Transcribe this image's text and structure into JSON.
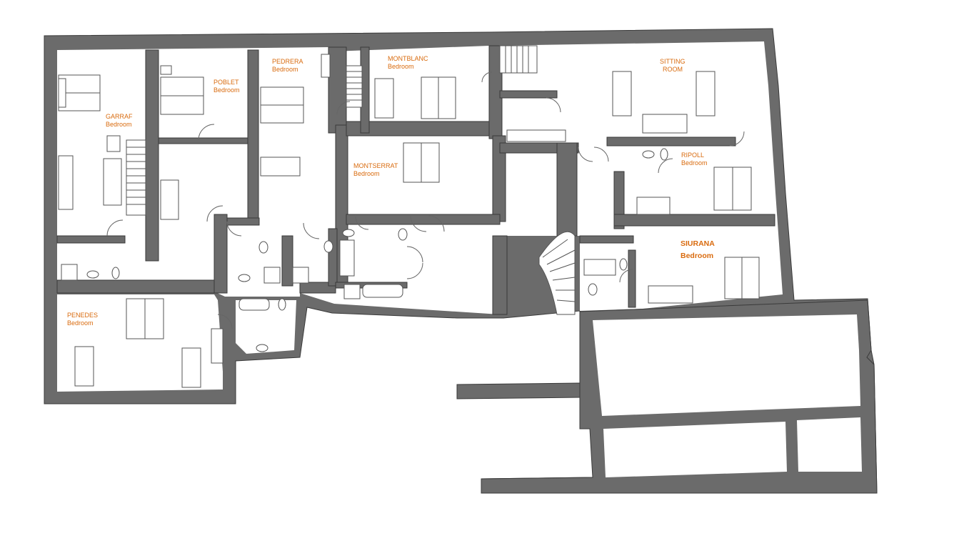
{
  "label_color": "#d96b0e",
  "rooms": {
    "garraf": {
      "name": "GARRAF",
      "type": "Bedroom"
    },
    "poblet": {
      "name": "POBLET",
      "type": "Bedroom"
    },
    "pedrera": {
      "name": "PEDRERA",
      "type": "Bedroom"
    },
    "montblanc": {
      "name": "MONTBLANC",
      "type": "Bedroom"
    },
    "montserrat": {
      "name": "MONTSERRAT",
      "type": "Bedroom"
    },
    "sitting": {
      "name": "SITTING",
      "type": "ROOM"
    },
    "ripoll": {
      "name": "RIPOLL",
      "type": "Bedroom"
    },
    "siurana": {
      "name": "SIURANA",
      "type": "Bedroom"
    },
    "penedes": {
      "name": "PENEDES",
      "type": "Bedroom"
    }
  }
}
